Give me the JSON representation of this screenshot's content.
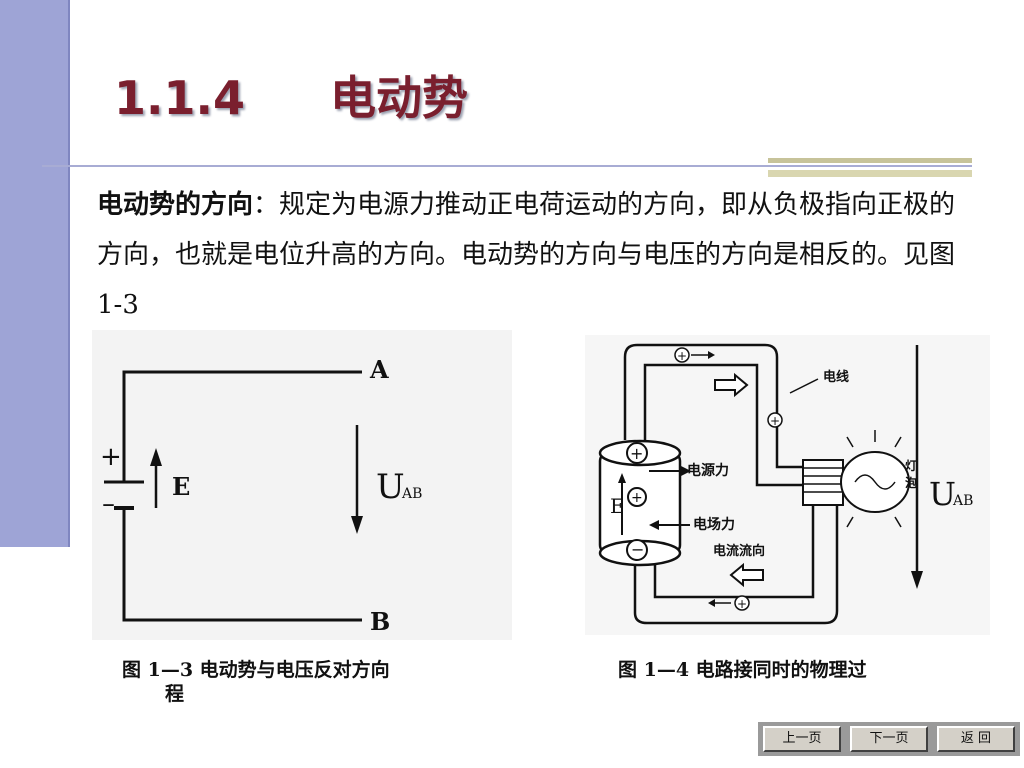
{
  "title": {
    "number": "1.1.4",
    "text": "电动势"
  },
  "body": {
    "term": "电动势的方向",
    "colon": "：",
    "text": "规定为电源力推动正电荷运动的方向，即从负极指向正极的方向，也就是电位升高的方向。电动势的方向与电压的方向是相反的。见图1-3"
  },
  "figure1": {
    "label_a": "A",
    "label_b": "B",
    "label_e": "E",
    "plus": "+",
    "minus": "–",
    "u": "U",
    "u_sub": "AB",
    "caption_line1": "图  1—3  电动势与电压反对方向",
    "caption_line2": "程"
  },
  "figure2": {
    "wire_label": "电线",
    "source_force": "电源力",
    "field_force": "电场力",
    "current_dir": "电流流向",
    "bulb_label_1": "灯",
    "bulb_label_2": "泡",
    "e": "E",
    "u": "U",
    "u_sub": "AB",
    "caption": "图 1—4  电路接同时的物理过"
  },
  "nav": {
    "prev": "上一页",
    "next": "下一页",
    "back": "返  回"
  }
}
